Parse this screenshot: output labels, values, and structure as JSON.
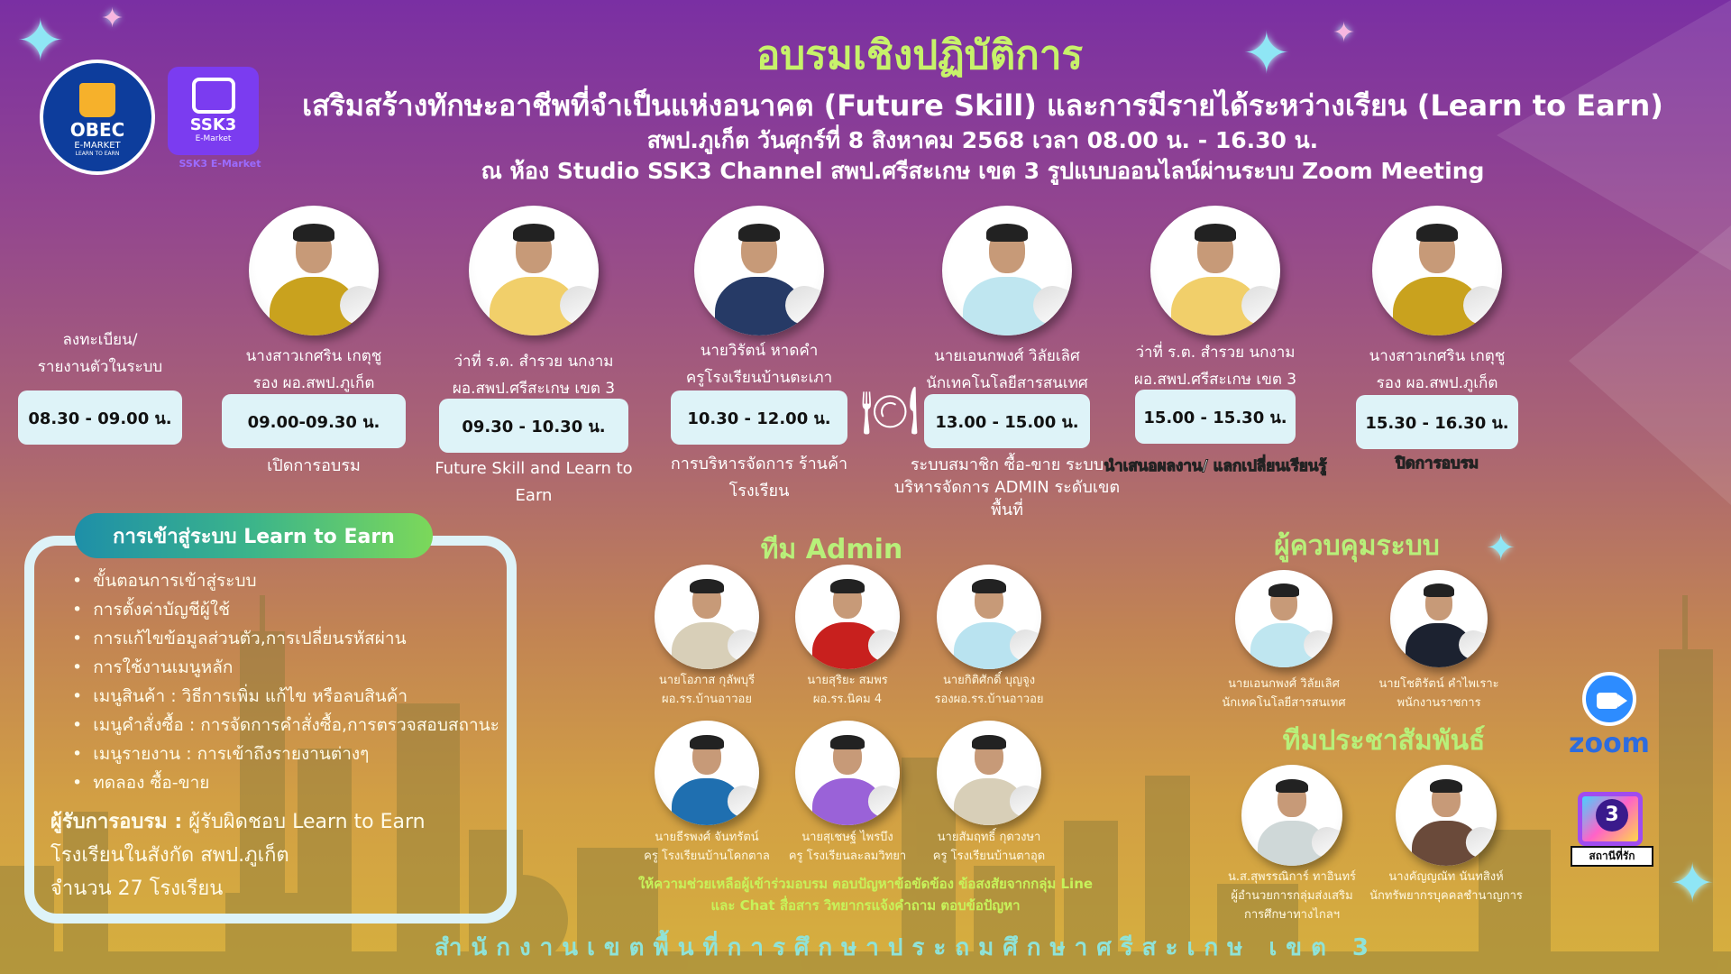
{
  "header": {
    "title": "อบรมเชิงปฏิบัติการ",
    "subtitle": "เสริมสร้างทักษะอาชีพที่จำเป็นแห่งอนาคต (Future Skill)  และการมีรายได้ระหว่างเรียน (Learn to Earn)",
    "date_line": "สพป.ภูเก็ต  วันศุกร์ที่ 8 สิงหาคม  2568  เวลา 08.00 น. - 16.30 น.",
    "venue_line": "ณ ห้อง Studio SSK3 Channel สพป.ศรีสะเกษ เขต 3 รูปแบบออนไลน์ผ่านระบบ Zoom Meeting"
  },
  "logos": {
    "obec": {
      "line1": "OBEC",
      "line2": "E-MARKET",
      "line3": "LEARN TO EARN"
    },
    "ssk3": {
      "line1": "SSK3",
      "line2": "E-Market",
      "caption": "SSK3 E-Market"
    },
    "zoom": "zoom",
    "channel": {
      "number": "3",
      "caption": "สถานีที่รัก"
    }
  },
  "schedule": [
    {
      "name": "ลงทะเบียน/",
      "role": "รายงานตัวในระบบ",
      "time": "08.30 - 09.00 น.",
      "desc": "",
      "photo": false
    },
    {
      "name": "นางสาวเกศริน เกตุชู",
      "role": "รอง ผอ.สพป.ภูเก็ต",
      "time": "09.00-09.30 น.",
      "desc": "เปิดการอบรม",
      "photo": true,
      "shirt": "#c9a21e"
    },
    {
      "name": "ว่าที่ ร.ต. สำรวย นกงาม",
      "role": "ผอ.สพป.ศรีสะเกษ เขต 3",
      "time": "09.30 - 10.30  น.",
      "desc": "Future Skill and Learn to Earn",
      "photo": true,
      "shirt": "#f1cf6a"
    },
    {
      "name": "นายวิรัตน์ หาดคำ",
      "role": "ครูโรงเรียนบ้านตะเภา",
      "time": "10.30 - 12.00 น.",
      "desc": "การบริหารจัดการ ร้านค้าโรงเรียน",
      "photo": true,
      "shirt": "#263a66"
    },
    {
      "name": "นายเอนกพงศ์ วิลัยเลิศ",
      "role": "นักเทคโนโลยีสารสนเทศ",
      "time": "13.00 - 15.00 น.",
      "desc": "ระบบสมาชิก ซื้อ-ขาย ระบบบริหารจัดการ ADMIN ระดับเขตพื้นที่",
      "photo": true,
      "shirt": "#bfe6f0"
    },
    {
      "name": "ว่าที่ ร.ต. สำรวย นกงาม",
      "role": "ผอ.สพป.ศรีสะเกษ เขต 3",
      "time": "15.00 - 15.30 น.",
      "desc": "นำเสนอผลงาน/ แลกเปลี่ยนเรียนรู้",
      "photo": true,
      "shirt": "#f1cf6a",
      "bold": true
    },
    {
      "name": "นางสาวเกศริน เกตุชู",
      "role": "รอง ผอ.สพป.ภูเก็ต",
      "time": "15.30 - 16.30 น.",
      "desc": "ปิดการอบรม",
      "photo": true,
      "shirt": "#c9a21e",
      "bold": true
    }
  ],
  "learn_box": {
    "title": "การเข้าสู่ระบบ Learn to Earn",
    "items": [
      "ขั้นตอนการเข้าสู่ระบบ",
      "การตั้งค่าบัญชีผู้ใช้",
      "การแก้ไขข้อมูลส่วนตัว,การเปลี่ยนรหัสผ่าน",
      "การใช้งานเมนูหลัก",
      "เมนูสินค้า : วิธีการเพิ่ม แก้ไข หรือลบสินค้า",
      "เมนูคำสั่งซื้อ : การจัดการคำสั่งซื้อ,การตรวจสอบสถานะ",
      "เมนูรายงาน : การเข้าถึงรายงานต่างๆ",
      "ทดลอง ซื้อ-ขาย"
    ],
    "trainee_label": "ผู้รับการอบรม :",
    "trainee_value": " ผู้รับผิดชอบ Learn to Earn",
    "trainee_line2": "โรงเรียนในสังกัด สพป.ภูเก็ต",
    "trainee_line3": " จำนวน  27 โรงเรียน"
  },
  "admin_team": {
    "title": "ทีม Admin",
    "members": [
      {
        "name": "นายโอภาส  กุลัพบุรี",
        "role": "ผอ.รร.บ้านอาวอย",
        "shirt": "#d8cfb8"
      },
      {
        "name": "นายสุริยะ  สมพร",
        "role": "ผอ.รร.นิคม 4",
        "shirt": "#c8201e"
      },
      {
        "name": "นายกิติศักดิ์  บุญจูง",
        "role": "รองผอ.รร.บ้านอาวอย",
        "shirt": "#b9e3f0"
      },
      {
        "name": "นายธีรพงศ์  จันทรัตน์",
        "role": "ครู โรงเรียนบ้านโคกตาล",
        "shirt": "#1f6fb0"
      },
      {
        "name": "นายสุเชษฐ์  ไพรบึง",
        "role": "ครู โรงเรียนละลมวิทยา",
        "shirt": "#9a62d8"
      },
      {
        "name": "นายสัมฤทธิ์  กุดวงษา",
        "role": "ครู โรงเรียนบ้านตาอุด",
        "shirt": "#d8cfb8"
      }
    ],
    "help_line1": "ให้ความช่วยเหลือผู้เข้าร่วมอบรม ตอบปัญหาข้อขัดข้อง ข้อสงสัยจากกลุ่ม Line",
    "help_line2": "และ Chat สื่อสาร วิทยากรแจ้งคำถาม ตอบข้อปัญหา"
  },
  "controllers": {
    "title": "ผู้ควบคุมระบบ",
    "members": [
      {
        "name": "นายเอนกพงศ์  วิลัยเลิศ",
        "role": "นักเทคโนโลยีสารสนเทศ",
        "shirt": "#bfe6f0"
      },
      {
        "name": "นายโชติรัตน์  คำไพเราะ",
        "role": "พนักงานราชการ",
        "shirt": "#1c2230"
      }
    ]
  },
  "pr_team": {
    "title": "ทีมประชาสัมพันธ์",
    "members": [
      {
        "name": "น.ส.สุพรรณิการ์  ทาอินทร์",
        "role": "ผู้อำนวยการกลุ่มส่งเสริม",
        "role2": "การศึกษาทางไกลฯ",
        "shirt": "#cfd8d8"
      },
      {
        "name": "นางคัญญณัท  นันทสิงห์",
        "role": "นักทรัพยากรบุคคลชำนาญการ",
        "role2": "",
        "shirt": "#6a4a3a"
      }
    ]
  },
  "footer": "สำนักงานเขตพื้นที่การศึกษาประถมศึกษาศรีสะเกษ เขต 3",
  "colors": {
    "title_green": "#c7f26a",
    "time_box": "#def3f8",
    "footer_teal": "#8fe3d8",
    "zoom_blue": "#2d8cff"
  }
}
